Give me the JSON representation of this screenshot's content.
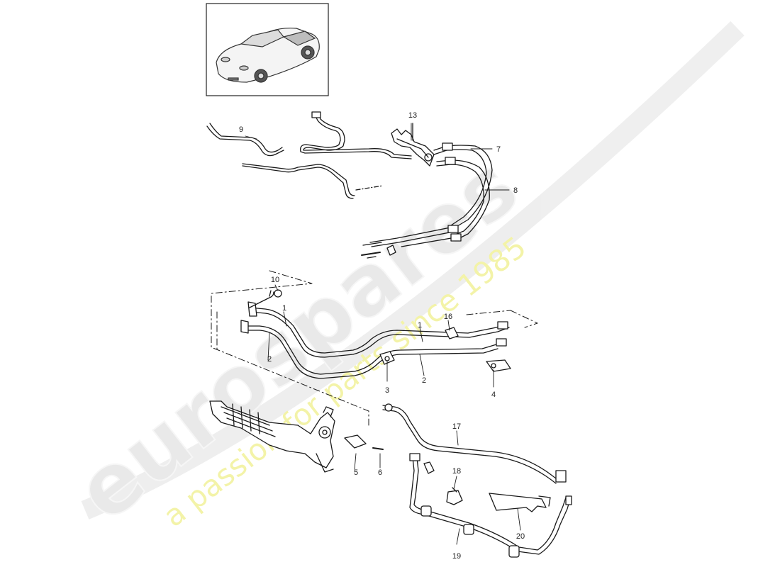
{
  "watermark": {
    "brand": "eurospares",
    "tagline": "a passion for parts since 1985",
    "brand_color": "#e3e3e3",
    "tagline_color": "#f0f07a"
  },
  "thumbnail": {
    "description": "car-thumbnail"
  },
  "callouts": [
    "1",
    "1",
    "2",
    "2",
    "3",
    "4",
    "5",
    "6",
    "7",
    "8",
    "9",
    "10",
    "13",
    "16",
    "17",
    "18",
    "19",
    "20"
  ],
  "colors": {
    "line": "#1a1a1a",
    "frame": "#222222"
  }
}
